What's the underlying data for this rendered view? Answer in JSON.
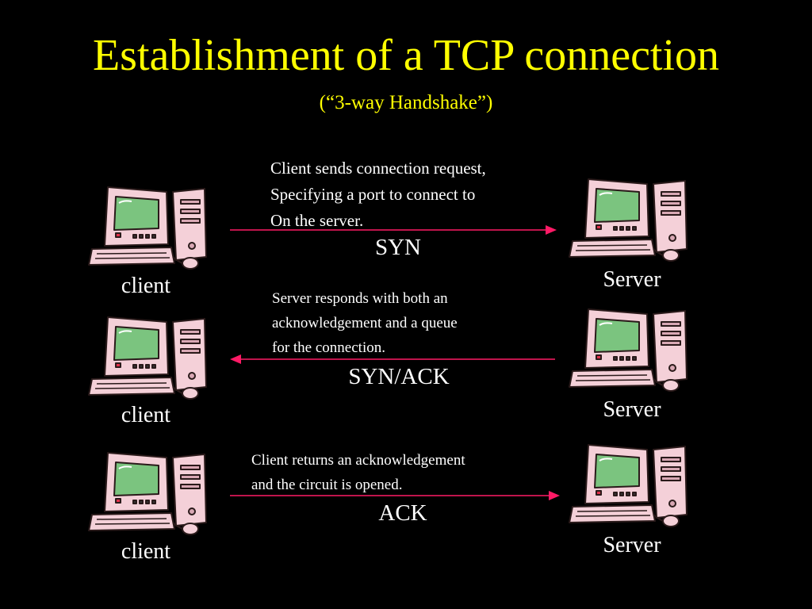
{
  "title": "Establishment of a TCP connection",
  "subtitle": "(“3-way Handshake”)",
  "colors": {
    "background": "#000000",
    "title": "#ffff00",
    "text": "#ffffff",
    "arrow": "#ff1a66",
    "computer_body": "#f4d0d8",
    "computer_outline": "#2a1a1a",
    "screen": "#7bc47f"
  },
  "icons": {
    "computer": "desktop-computer-icon"
  },
  "steps": [
    {
      "client_label": "client",
      "server_label": "Server",
      "description": [
        "Client sends connection request,",
        "Specifying a port to connect to",
        "On the server."
      ],
      "message": "SYN",
      "direction": "client-to-server"
    },
    {
      "client_label": "client",
      "server_label": "Server",
      "description": [
        "Server responds with both an",
        "acknowledgement and a queue",
        "for the connection."
      ],
      "message": "SYN/ACK",
      "direction": "server-to-client"
    },
    {
      "client_label": "client",
      "server_label": "Server",
      "description": [
        "Client returns an acknowledgement",
        "and the circuit is opened."
      ],
      "message": "ACK",
      "direction": "client-to-server"
    }
  ]
}
